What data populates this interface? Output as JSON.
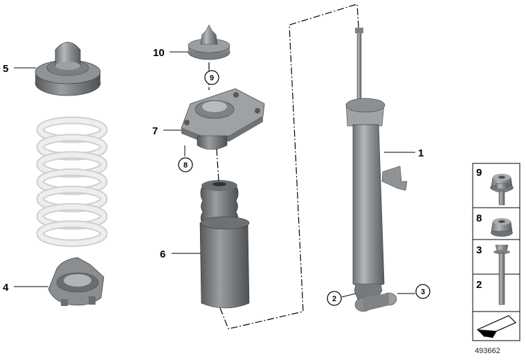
{
  "callouts": {
    "c1": "1",
    "c4": "4",
    "c5": "5",
    "c6": "6",
    "c7": "7",
    "c10": "10"
  },
  "circled": {
    "k9": "9",
    "k8": "8",
    "k2": "2",
    "k3": "3"
  },
  "legend": {
    "items": [
      "9",
      "8",
      "3",
      "2"
    ]
  },
  "ref_number": "493662",
  "colors": {
    "part_gray": "#8a8e91",
    "part_dark": "#5d6164",
    "part_light": "#c4c7c9",
    "spring": "#eeeeee",
    "line": "#000000"
  }
}
